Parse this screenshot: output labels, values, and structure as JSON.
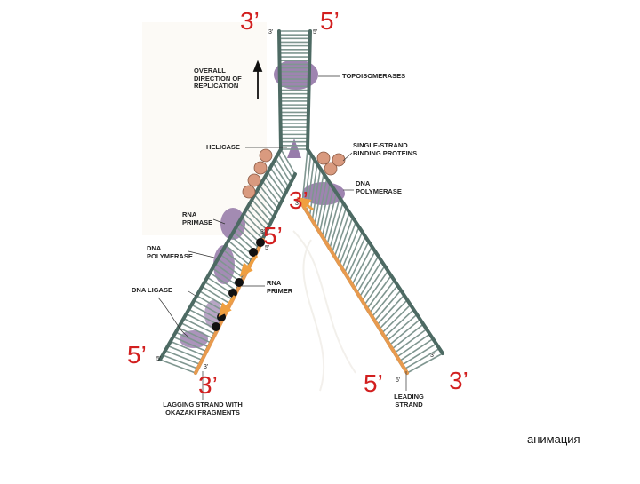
{
  "diagram": {
    "overall_direction": "OVERALL DIRECTION OF REPLICATION",
    "topoisomerases": "TOPOISOMERASES",
    "helicase": "HELICASE",
    "ssb": "SINGLE-STRAND BINDING PROTEINS",
    "dna_pol_right": "DNA POLYMERASE",
    "rna_primase": "RNA PRIMASE",
    "dna_pol_left": "DNA POLYMERASE",
    "rna_primer": "RNA PRIMER",
    "dna_ligase": "DNA LIGASE",
    "lagging": "LAGGING STRAND WITH OKAZAKI FRAGMENTS",
    "leading": "LEADING STRAND",
    "ends": {
      "top_left": "3'",
      "top_right": "5'",
      "lag_end1": "3'",
      "lag_end2": "5'",
      "lag_new_3": "3'",
      "lag_new_5": "5'",
      "lead_new_3": "3'",
      "lead_new_5": "5'",
      "lead_end": "3'"
    }
  },
  "overlay": {
    "top_3": "3’",
    "top_5": "5’",
    "mid_3": "3’",
    "mid_5": "5’",
    "left_5": "5’",
    "bottom_3": "3’",
    "right_5": "5’",
    "right_3": "3’"
  },
  "animation_label": "анимация",
  "colors": {
    "backbone": "#4d6a63",
    "rungs": "#7f9690",
    "new_strand": "#e89a4e",
    "protein": "#7e5b96",
    "ssb": "#d99a7f",
    "arrow": "#f0a040",
    "red_text": "#d21f1f"
  }
}
